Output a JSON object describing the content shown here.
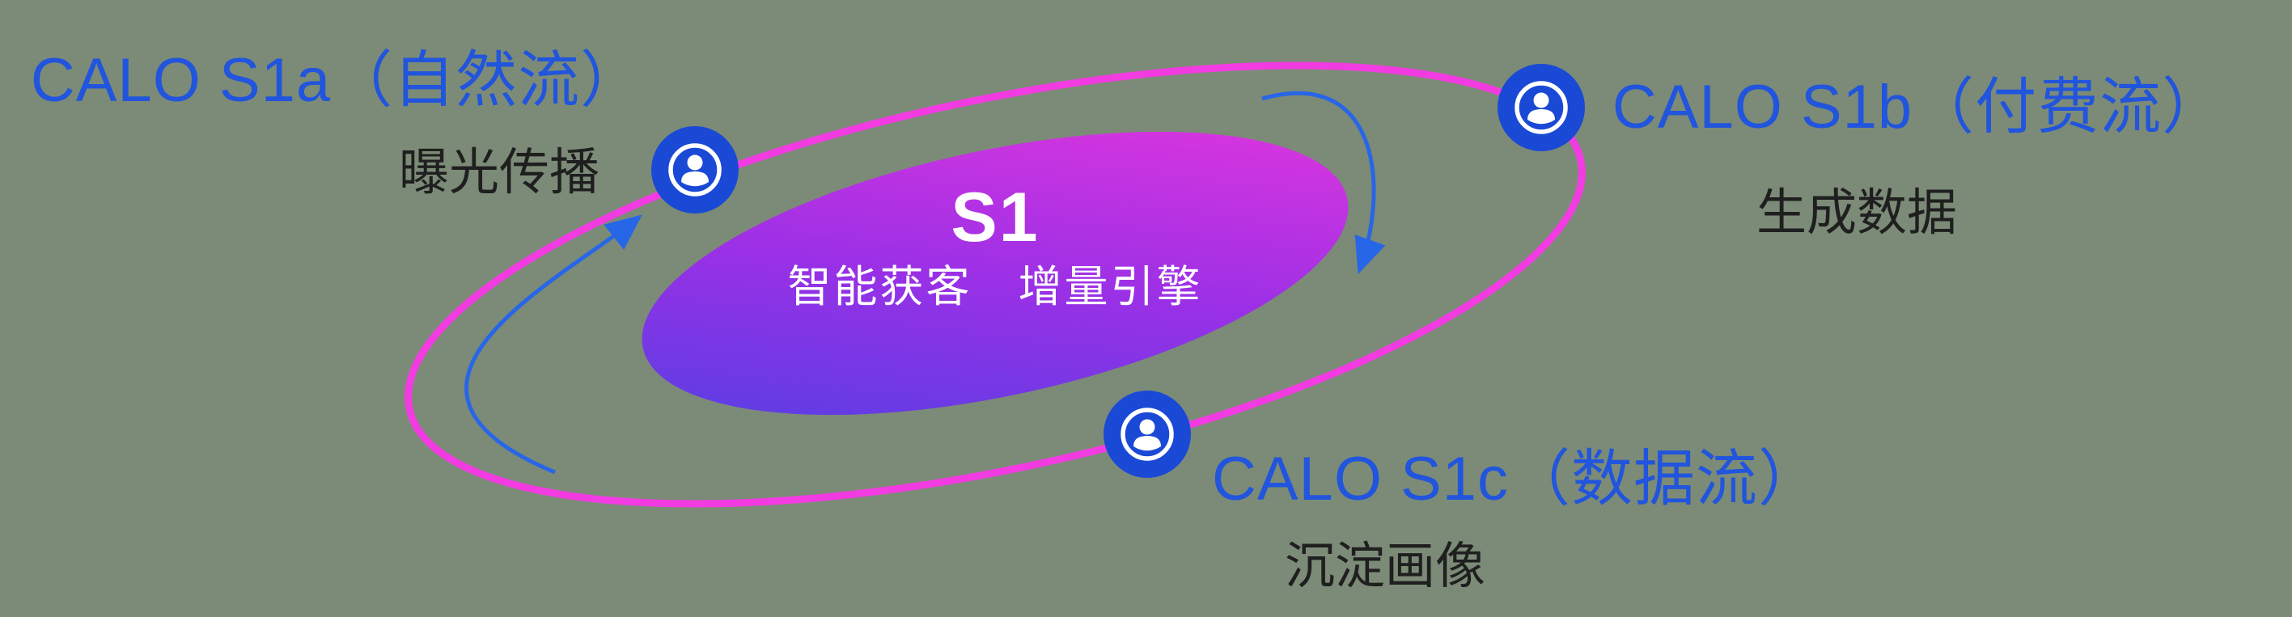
{
  "background_color": "#7c8b77",
  "core": {
    "title": "S1",
    "subtitle": "智能获客　增量引擎",
    "text_color": "#ffffff",
    "gradient_start": "#4b41e3",
    "gradient_mid": "#9a30e6",
    "gradient_end": "#ea37dc"
  },
  "orbit": {
    "ring_color": "#f23ce2"
  },
  "nodes": [
    {
      "id": "s1a",
      "title": "CALO S1a（自然流）",
      "subtitle": "曝光传播",
      "icon": "user-in-circle"
    },
    {
      "id": "s1b",
      "title": "CALO S1b（付费流）",
      "subtitle": "生成数据",
      "icon": "user-in-circle"
    },
    {
      "id": "s1c",
      "title": "CALO S1c（数据流）",
      "subtitle": "沉淀画像",
      "icon": "user-in-circle"
    }
  ],
  "colors": {
    "title_blue": "#2155dd",
    "subtitle_dark": "#1f1f1f",
    "node_blue": "#1a49d6",
    "arrow_blue": "#2866e8"
  }
}
